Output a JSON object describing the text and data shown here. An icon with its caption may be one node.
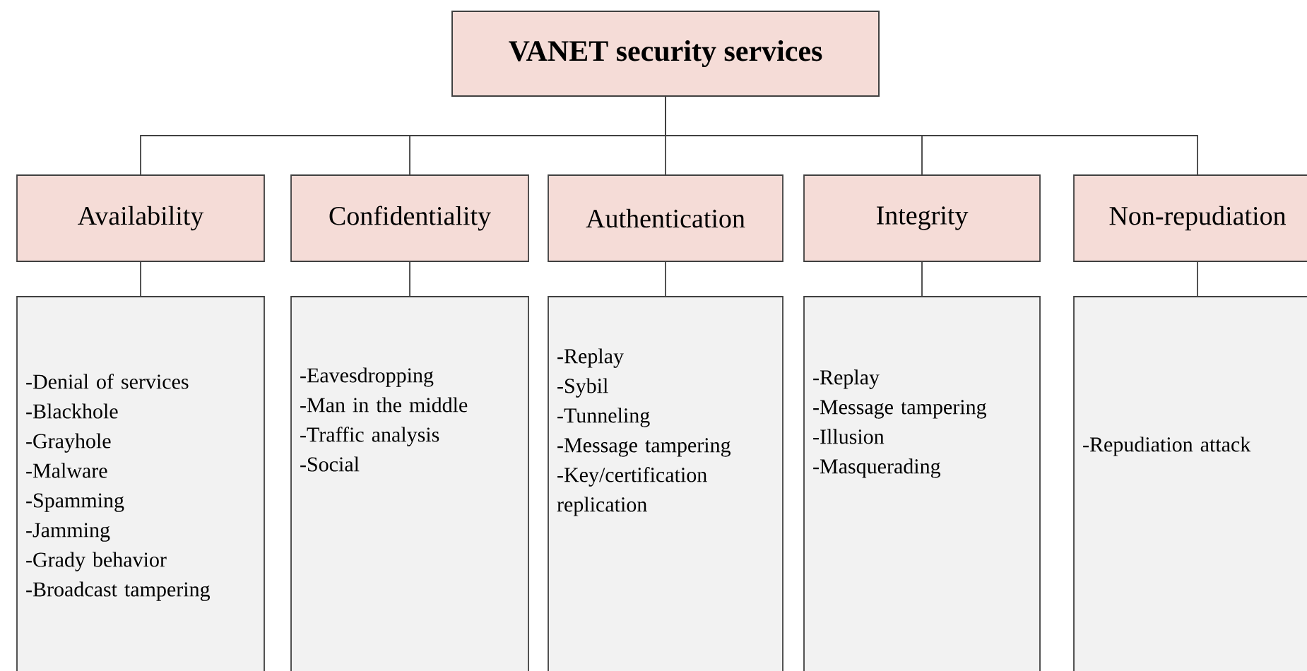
{
  "diagram": {
    "nodes": [
      {
        "text": [
          "VANET security services"
        ]
      },
      {
        "text": [
          "Availability"
        ]
      },
      {
        "text": [
          "Confidentiality"
        ]
      },
      {
        "text": [
          "Authentication"
        ]
      },
      {
        "text": [
          "Integrity"
        ]
      },
      {
        "text": [
          "Non-repudiation"
        ]
      },
      {
        "text": [
          "-Denial of services",
          "-Blackhole",
          "-Grayhole",
          "-Malware",
          "-Spamming",
          "-Jamming",
          "-Grady behavior",
          "-Broadcast tampering"
        ]
      },
      {
        "text": [
          "-Eavesdropping",
          "-Man in the middle",
          "-Traffic analysis",
          "-Social"
        ]
      },
      {
        "text": [
          "-Replay",
          "-Sybil",
          "-Tunneling",
          "-Message tampering",
          "-Key/certification replication"
        ]
      },
      {
        "text": [
          "-Replay",
          "-Message tampering",
          "-Illusion",
          "-Masquerading"
        ]
      },
      {
        "text": [
          "-Repudiation attack"
        ]
      }
    ],
    "edges": [
      {
        "from": 0,
        "to": 1,
        "arrow": "none"
      },
      {
        "from": 0,
        "to": 2,
        "arrow": "none"
      },
      {
        "from": 0,
        "to": 3,
        "arrow": "none"
      },
      {
        "from": 0,
        "to": 4,
        "arrow": "none"
      },
      {
        "from": 0,
        "to": 5,
        "arrow": "none"
      },
      {
        "from": 1,
        "to": 6,
        "arrow": "none"
      },
      {
        "from": 2,
        "to": 7,
        "arrow": "none"
      },
      {
        "from": 3,
        "to": 8,
        "arrow": "none"
      },
      {
        "from": 4,
        "to": 9,
        "arrow": "none"
      },
      {
        "from": 5,
        "to": 10,
        "arrow": "none"
      }
    ]
  }
}
